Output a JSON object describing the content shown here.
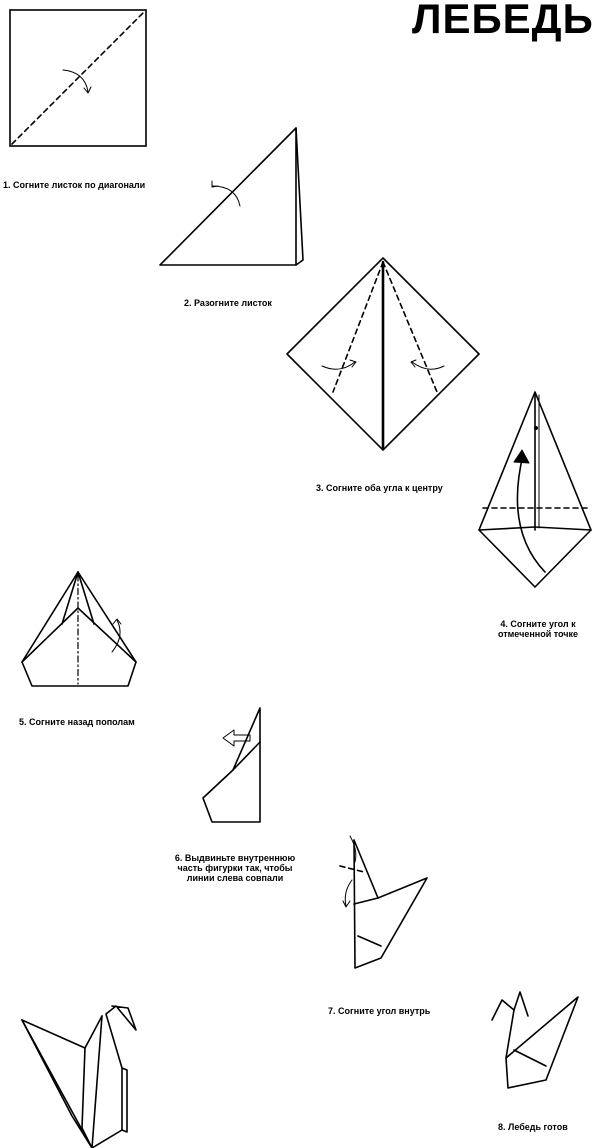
{
  "title": "ЛЕБЕДЬ",
  "steps": [
    {
      "caption": "1. Согните листок по диагонали"
    },
    {
      "caption": "2. Разогните листок"
    },
    {
      "caption": "3. Согните оба угла к центру"
    },
    {
      "caption_lines": [
        "4. Согните угол к",
        "отмеченной точке"
      ]
    },
    {
      "caption": "5. Согните назад пополам"
    },
    {
      "caption_lines": [
        "6. Выдвиньте внутреннюю",
        "часть фигурки так, чтобы",
        "линии слева совпали"
      ]
    },
    {
      "caption": "7. Согните угол внутрь"
    },
    {
      "caption": "8. Лебедь готов"
    }
  ]
}
